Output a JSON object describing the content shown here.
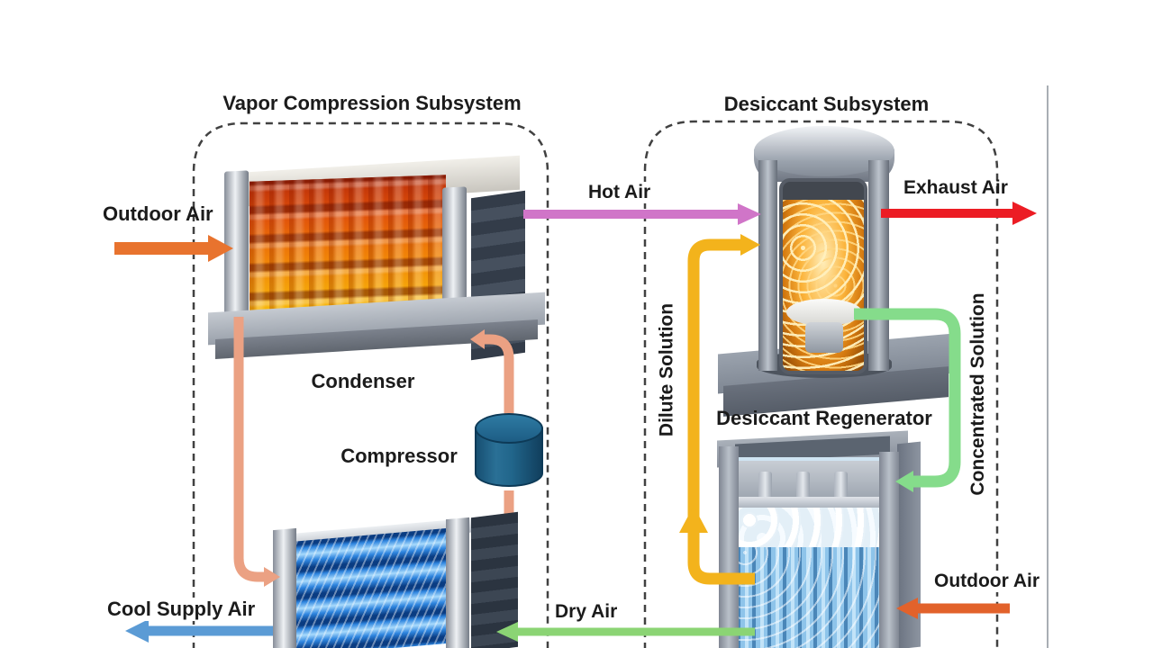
{
  "diagram": {
    "titles": {
      "vapor_subsystem": "Vapor Compression Subsystem",
      "desiccant_subsystem": "Desiccant Subsystem"
    },
    "components": {
      "condenser": "Condenser",
      "compressor": "Compressor",
      "desiccant_regenerator": "Desiccant Regenerator"
    },
    "flows": {
      "outdoor_air_left": "Outdoor Air",
      "hot_air": "Hot Air",
      "exhaust_air": "Exhaust Air",
      "cool_supply_air": "Cool Supply Air",
      "dry_air": "Dry Air",
      "outdoor_air_right": "Outdoor Air",
      "dilute_solution": "Dilute Solution",
      "concentrated_solution": "Concentrated Solution"
    },
    "colors": {
      "outdoor_air_left_arrow": "#e8732e",
      "outdoor_air_right_arrow": "#e2622b",
      "hot_air_arrow": "#d075c8",
      "exhaust_air_arrow": "#ec1c24",
      "cool_supply_air_arrow": "#5b9bd5",
      "dry_air_arrow": "#8bd474",
      "dilute_solution_pipe": "#f3b31c",
      "concentrated_solution_pipe": "#85dc8b",
      "refrigerant_pipe": "#eba183",
      "compressor_body": "#1f618a",
      "dashed_boundary": "#414141",
      "label_text": "#1b1b1b"
    }
  }
}
